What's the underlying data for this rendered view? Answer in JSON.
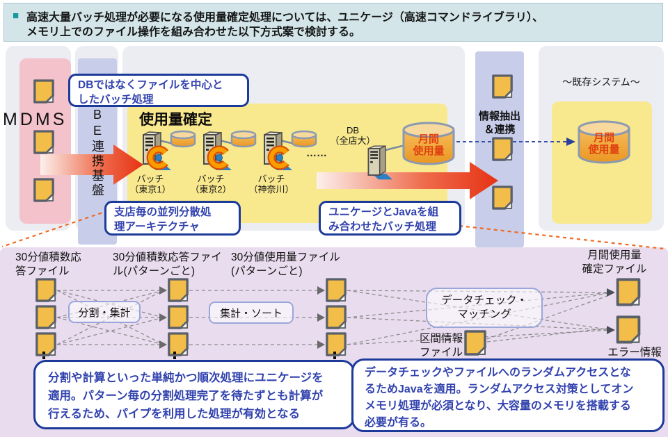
{
  "colors": {
    "header_bg": "#d3e5e9",
    "header_border": "#a9c6cd",
    "bullet": "#18989f",
    "panel_gray": "#ecedf3",
    "pink": "#f4c2ca",
    "lavender": "#c8cde9",
    "yellow": "#f8e88e",
    "purple_panel": "#e9dcee",
    "navy": "#1c3a9a",
    "blue_text": "#3142ae",
    "arrow_red": "#e8391f",
    "cyl_text": "#e04010",
    "procbox_border": "#9aa6da",
    "dash_gray": "#8d8d8d",
    "leader_orange": "#f2681e",
    "dashed_blue": "#3a50a8"
  },
  "header": {
    "bullet": "■",
    "text": "高速大量バッチ処理が必要になる使用量確定処理については、ユニケージ（高速コマンドライブラリ）、\nメモリ上でのファイル操作を組み合わせた以下方式案で検討する。"
  },
  "overview": {
    "mdms_label": "MDMS",
    "be_band": "BE連携基盤",
    "callout_file_centric": "DBではなくファイルを中心と\nしたバッチ処理",
    "callout_parallel": "支店毎の並列分散処\n理アーキテクチャ",
    "callout_unicage_java": "ユニケージとJavaを組\nみ合わせたバッチ処理",
    "usage_title": "使用量確定",
    "batch_nodes": [
      {
        "name": "バッチ",
        "site": "（東京1）"
      },
      {
        "name": "バッチ",
        "site": "（東京2）"
      },
      {
        "name": "バッチ",
        "site": "（神奈川）"
      }
    ],
    "ellipsis": "……",
    "db_label": "DB\n（全店大）",
    "monthly_usage": "月間\n使用量",
    "extract_band": "情報抽出\n＆連携",
    "legacy_title": "～既存システム～",
    "legacy_monthly_usage": "月間\n使用量"
  },
  "detail": {
    "col_30min_response": "30分値積数応\n答ファイル",
    "col_30min_response_pattern": "30分値積数応答ファイ\nル(パターンごと)",
    "col_30min_usage_pattern": "30分値使用量ファイル\n(パターンごと)",
    "col_monthly_fixed": "月間使用量\n確定ファイル",
    "label_interval_info": "区間情報\nファイル",
    "label_error_info": "エラー情報\nファイル",
    "proc_split": "分割・集計",
    "proc_sort": "集計・ソート",
    "proc_check": "データチェック・\nマッチング",
    "note_unicage": "分割や計算といった単純かつ順次処理にユニケージを\n適用。パターン毎の分割処理完了を待たずとも計算が\n行えるため、パイプを利用した処理が有効となる",
    "note_java": "データチェックやファイルへのランダムアクセスとな\nるためJavaを適用。ランダムアクセス対策としてオン\nメモリ処理が必須となり、大容量のメモリを搭載する\n必要が有る。"
  }
}
